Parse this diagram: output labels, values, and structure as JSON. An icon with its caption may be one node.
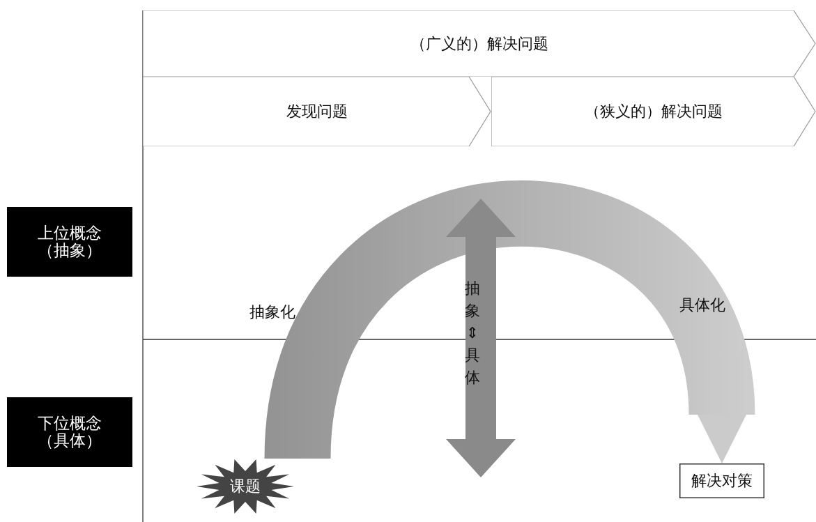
{
  "diagram": {
    "nodes": [
      {
        "text": [
          "（广义的）解决问题"
        ]
      },
      {
        "text": [
          "发现问题"
        ]
      },
      {
        "text": [
          "（狭义的）解决问题"
        ]
      },
      {
        "text": [
          "上位概念（抽象）"
        ]
      },
      {
        "text": [
          "下位概念（具体）"
        ]
      },
      {
        "text": [
          "课题"
        ]
      },
      {
        "text": [
          "解决对策"
        ]
      }
    ],
    "edges": [
      {
        "from": 5,
        "to": 6,
        "arrow": "to"
      }
    ],
    "labels": [
      "抽象化",
      "抽象⇕具体",
      "具体化"
    ]
  }
}
